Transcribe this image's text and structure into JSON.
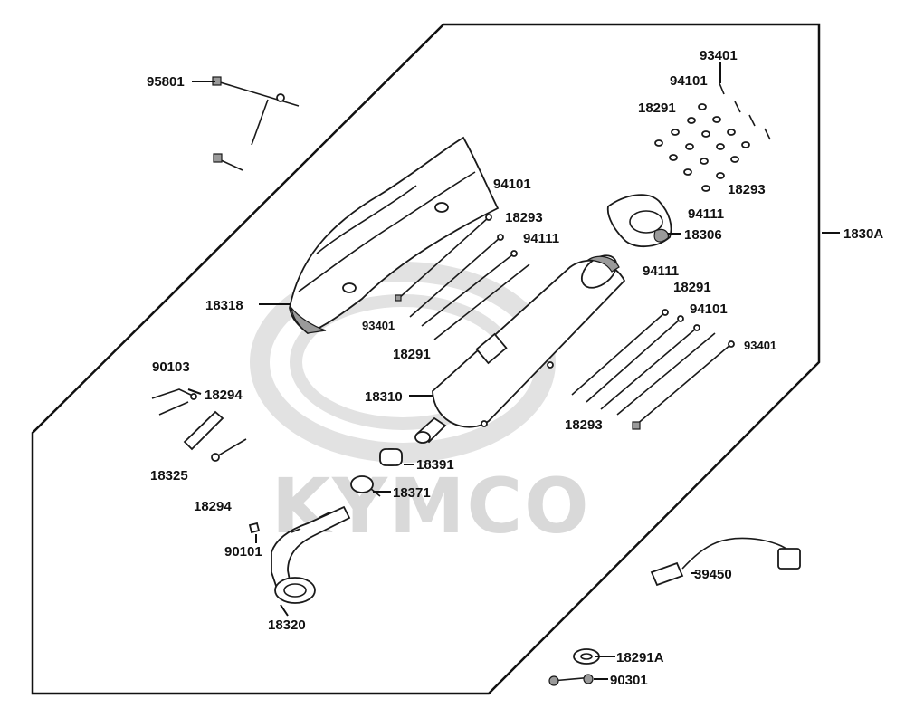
{
  "diagram": {
    "watermark": "KYMCO",
    "assembly_label": "1830A",
    "parts": [
      {
        "key": "95801",
        "label": "95801"
      },
      {
        "key": "93401_top",
        "label": "93401"
      },
      {
        "key": "94101_top",
        "label": "94101"
      },
      {
        "key": "18291_top",
        "label": "18291"
      },
      {
        "key": "18293_top",
        "label": "18293"
      },
      {
        "key": "94111_top",
        "label": "94111"
      },
      {
        "key": "18306",
        "label": "18306"
      },
      {
        "key": "94101_mid",
        "label": "94101"
      },
      {
        "key": "18293_mid",
        "label": "18293"
      },
      {
        "key": "94111_mid",
        "label": "94111"
      },
      {
        "key": "18318",
        "label": "18318"
      },
      {
        "key": "93401_mid",
        "label": "93401"
      },
      {
        "key": "18291_mid",
        "label": "18291"
      },
      {
        "key": "94111_right",
        "label": "94111"
      },
      {
        "key": "18291_right",
        "label": "18291"
      },
      {
        "key": "94101_right",
        "label": "94101"
      },
      {
        "key": "93401_right",
        "label": "93401"
      },
      {
        "key": "18310",
        "label": "18310"
      },
      {
        "key": "18293_right",
        "label": "18293"
      },
      {
        "key": "90103",
        "label": "90103"
      },
      {
        "key": "18294_a",
        "label": "18294"
      },
      {
        "key": "18325",
        "label": "18325"
      },
      {
        "key": "18294_b",
        "label": "18294"
      },
      {
        "key": "18391",
        "label": "18391"
      },
      {
        "key": "18371",
        "label": "18371"
      },
      {
        "key": "90101",
        "label": "90101"
      },
      {
        "key": "18320",
        "label": "18320"
      },
      {
        "key": "39450",
        "label": "39450"
      },
      {
        "key": "18291A",
        "label": "18291A"
      },
      {
        "key": "90301",
        "label": "90301"
      }
    ]
  }
}
